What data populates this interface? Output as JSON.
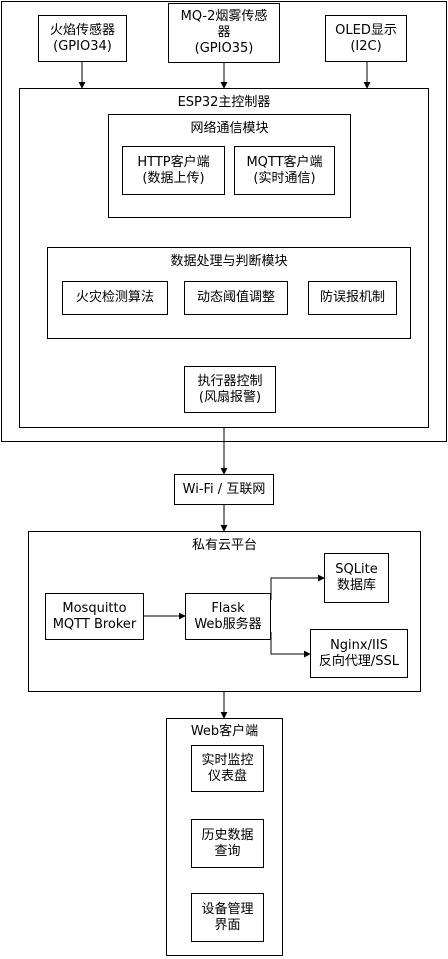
{
  "sensors": {
    "flame": "火焰传感器\n(GPIO34)",
    "smoke": "MQ-2烟雾传感\n器\n(GPIO35)",
    "oled": "OLED显示\n(I2C)"
  },
  "esp32": {
    "title": "ESP32主控制器",
    "network": {
      "title": "网络通信模块",
      "http": "HTTP客户端\n(数据上传)",
      "mqtt": "MQTT客户端\n(实时通信)"
    },
    "processing": {
      "title": "数据处理与判断模块",
      "fire": "火灾检测算法",
      "threshold": "动态阈值调整",
      "false_alarm": "防误报机制"
    },
    "actuator": "执行器控制\n(风扇报警)"
  },
  "wifi": "Wi-Fi / 互联网",
  "cloud": {
    "title": "私有云平台",
    "mosquitto": "Mosquitto\nMQTT Broker",
    "flask": "Flask\nWeb服务器",
    "sqlite": "SQLite\n数据库",
    "nginx": "Nginx/IIS\n反向代理/SSL"
  },
  "web_client": {
    "title": "Web客户端",
    "dashboard": "实时监控\n仪表盘",
    "history": "历史数据\n查询",
    "device": "设备管理\n界面"
  }
}
